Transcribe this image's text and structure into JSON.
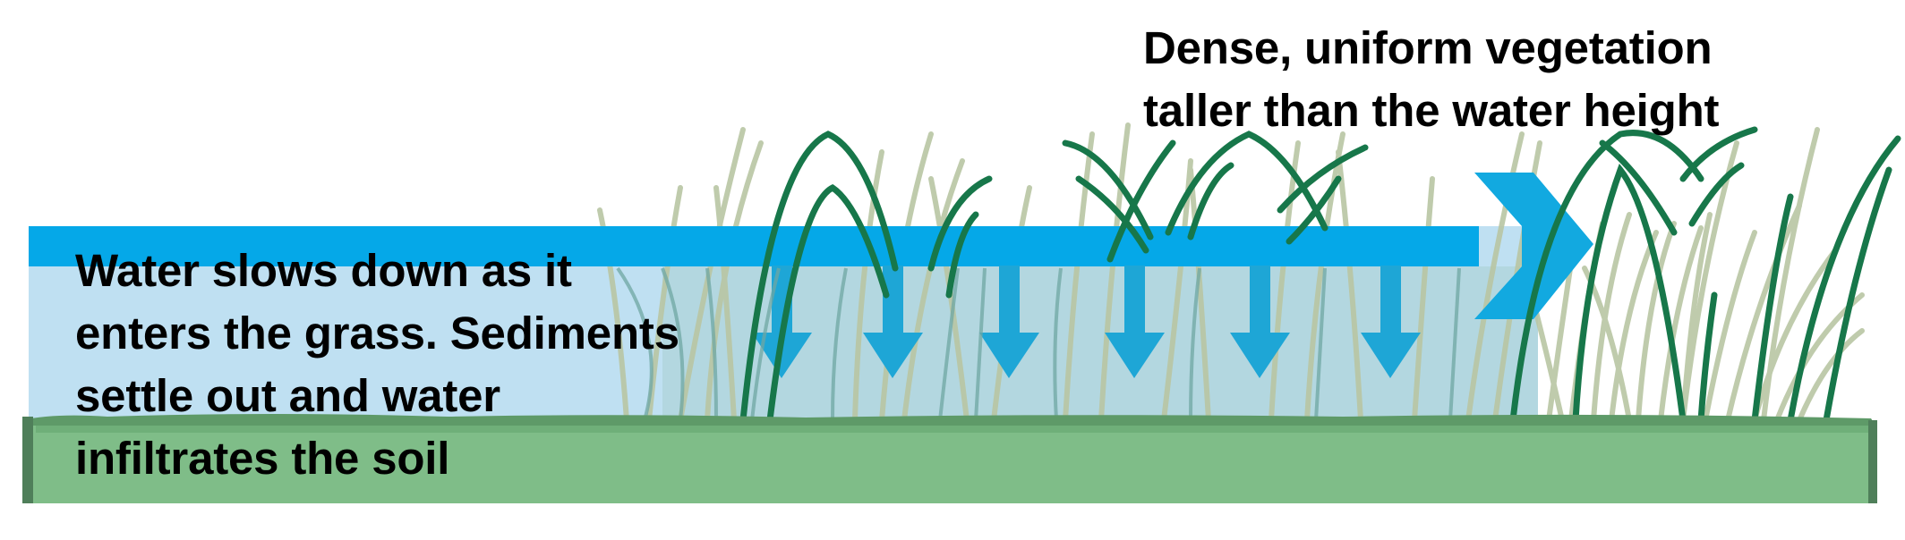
{
  "diagram": {
    "type": "vegetated filter strip cross-section",
    "labels": {
      "water_process": {
        "lines": [
          "Water slows down as it",
          "enters the grass. Sediments",
          "settle out and water",
          "infiltrates the soil"
        ]
      },
      "vegetation": {
        "lines": [
          "Dense, uniform vegetation",
          "taller than the water height"
        ]
      }
    },
    "elements": {
      "surface_flow_arrow": {
        "direction": "right",
        "color": "#12a9e0"
      },
      "infiltration_arrows": {
        "count": 6,
        "direction": "down",
        "color": "#1ea6d6"
      },
      "water_body": {
        "color": "#bfe0f2",
        "surface_color": "#05a8e8"
      },
      "soil": {
        "color": "#7fbd88",
        "edge_color": "#5e9a68"
      },
      "grass": {
        "dark_color": "#17774a",
        "pale_color": "#b9c6a4"
      }
    }
  }
}
